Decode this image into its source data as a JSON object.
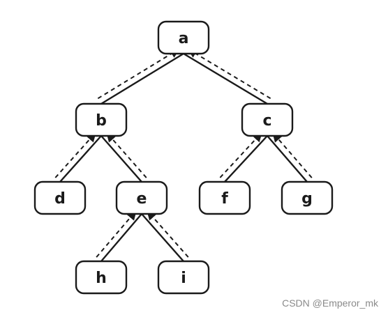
{
  "diagram": {
    "nodes": [
      {
        "id": "a",
        "label": "a"
      },
      {
        "id": "b",
        "label": "b"
      },
      {
        "id": "c",
        "label": "c"
      },
      {
        "id": "d",
        "label": "d"
      },
      {
        "id": "e",
        "label": "e"
      },
      {
        "id": "f",
        "label": "f"
      },
      {
        "id": "g",
        "label": "g"
      },
      {
        "id": "h",
        "label": "h"
      },
      {
        "id": "i",
        "label": "i"
      }
    ],
    "edges": [
      {
        "from": "a",
        "to": "b"
      },
      {
        "from": "a",
        "to": "c"
      },
      {
        "from": "b",
        "to": "d"
      },
      {
        "from": "b",
        "to": "e"
      },
      {
        "from": "c",
        "to": "f"
      },
      {
        "from": "c",
        "to": "g"
      },
      {
        "from": "e",
        "to": "h"
      },
      {
        "from": "e",
        "to": "i"
      }
    ],
    "stroke_color": "#1a1a1a"
  },
  "watermark": "CSDN @Emperor_mk"
}
